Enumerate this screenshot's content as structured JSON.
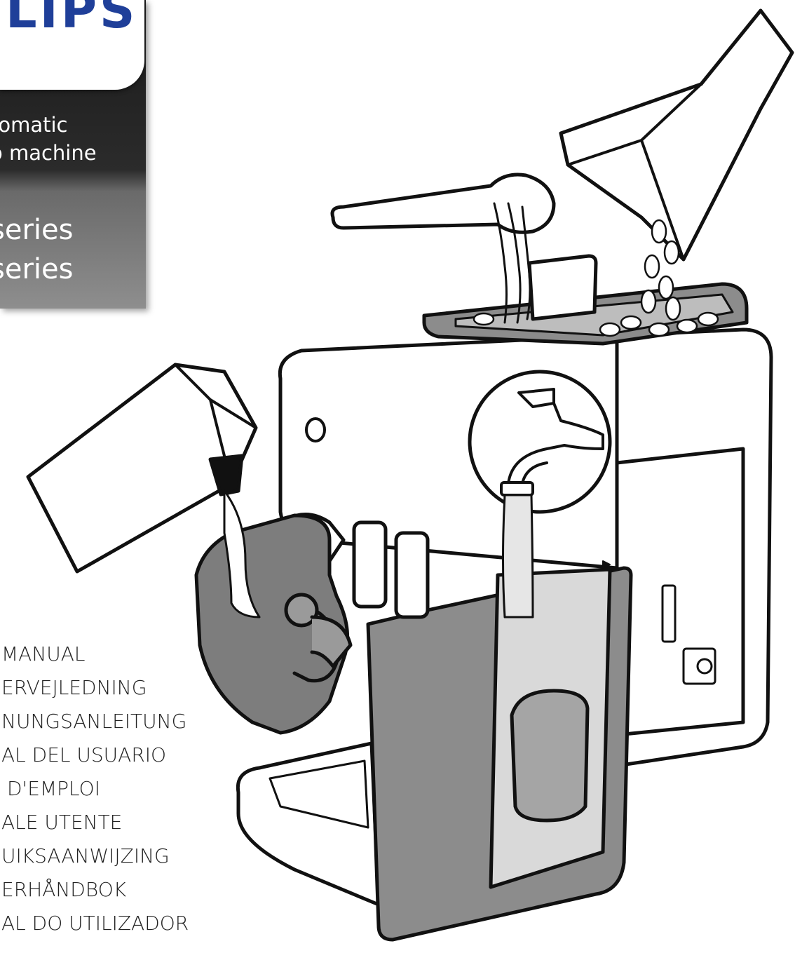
{
  "brand": {
    "logo": "ILIPS",
    "tagline_lines": [
      "tomatic",
      "o machine"
    ],
    "series_lines": [
      "series",
      "series"
    ]
  },
  "languages": [
    "MANUAL",
    "ERVEJLEDNING",
    "NUNGSANLEITUNG",
    "AL DEL USUARIO",
    "D'EMPLOI",
    "ALE UTENTE",
    "UIKSAANWIJZING",
    "ERHÅNDBOK",
    "AL DO UTILIZADOR"
  ],
  "colors": {
    "brand_blue": "#1f3f99",
    "panel_dark": "#1a1a1a",
    "machine_gray": "#8c8c8c",
    "line": "#111111"
  }
}
